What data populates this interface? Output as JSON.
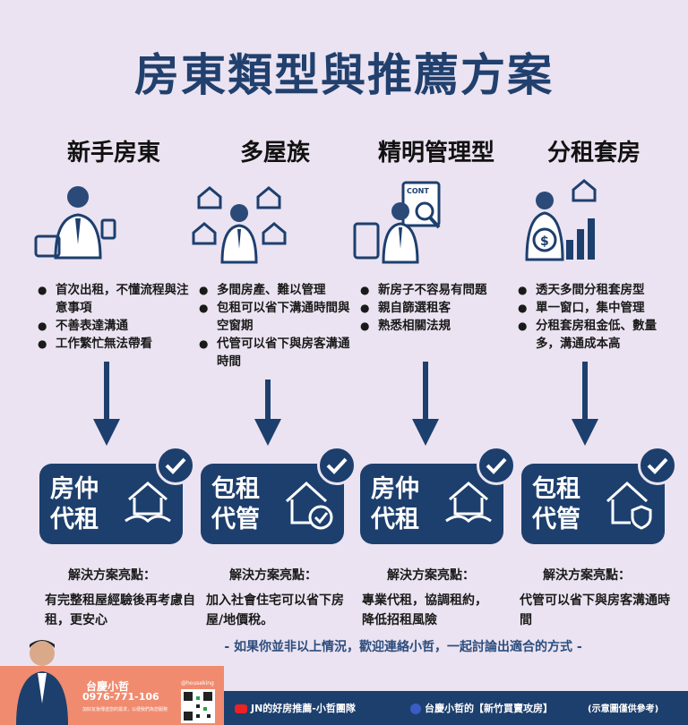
{
  "title": "房東類型與推薦方案",
  "columns": [
    {
      "title": "新手房東",
      "bullets": [
        "首次出租，不懂流程與注意事項",
        "不善表達溝通",
        "工作繁忙無法帶看"
      ],
      "card": {
        "line1": "房仲",
        "line2": "代租",
        "icon": "handshake-house-icon"
      },
      "solution_heading": "解決方案亮點：",
      "solution": "有完整租屋經驗後再考慮自租，更安心"
    },
    {
      "title": "多屋族",
      "bullets": [
        "多間房產、難以管理",
        "包租可以省下溝通時間與空窗期",
        "代管可以省下與房客溝通時間"
      ],
      "card": {
        "line1": "包租",
        "line2": "代管",
        "icon": "house-check-icon"
      },
      "solution_heading": "解決方案亮點：",
      "solution": "加入社會住宅可以省下房屋/地價稅。"
    },
    {
      "title": "精明管理型",
      "bullets": [
        "新房子不容易有問題",
        "親自篩選租客",
        "熟悉相關法規"
      ],
      "card": {
        "line1": "房仲",
        "line2": "代租",
        "icon": "handshake-house-icon"
      },
      "solution_heading": "解決方案亮點：",
      "solution": "專業代租，協調租約，降低招租風險"
    },
    {
      "title": "分租套房",
      "bullets": [
        "透天多間分租套房型",
        "單一窗口，集中管理",
        "分租套房租金低、數量多，溝通成本高"
      ],
      "card": {
        "line1": "包租",
        "line2": "代管",
        "icon": "house-shield-icon"
      },
      "solution_heading": "解決方案亮點：",
      "solution": "代管可以省下與房客溝通時間"
    }
  ],
  "illustration_text": {
    "document": "CONT"
  },
  "cta": "- 如果你並非以上情況，歡迎連絡小哲，一起討論出適合的方式 -",
  "footer": {
    "name": "台慶小哲",
    "phone": "0976-771-106",
    "tiny_text": "加好友後傳送您的需求，以便我們為您服務",
    "handle": "@houseking",
    "youtube": "JN的好房推薦-小哲團隊",
    "facebook": "台慶小哲的【新竹買賣攻房】",
    "note": "(示意圖僅供參考)"
  },
  "colors": {
    "navy": "#1d3f6e",
    "bg": "#ebe3f1",
    "coral": "#f08b70"
  }
}
